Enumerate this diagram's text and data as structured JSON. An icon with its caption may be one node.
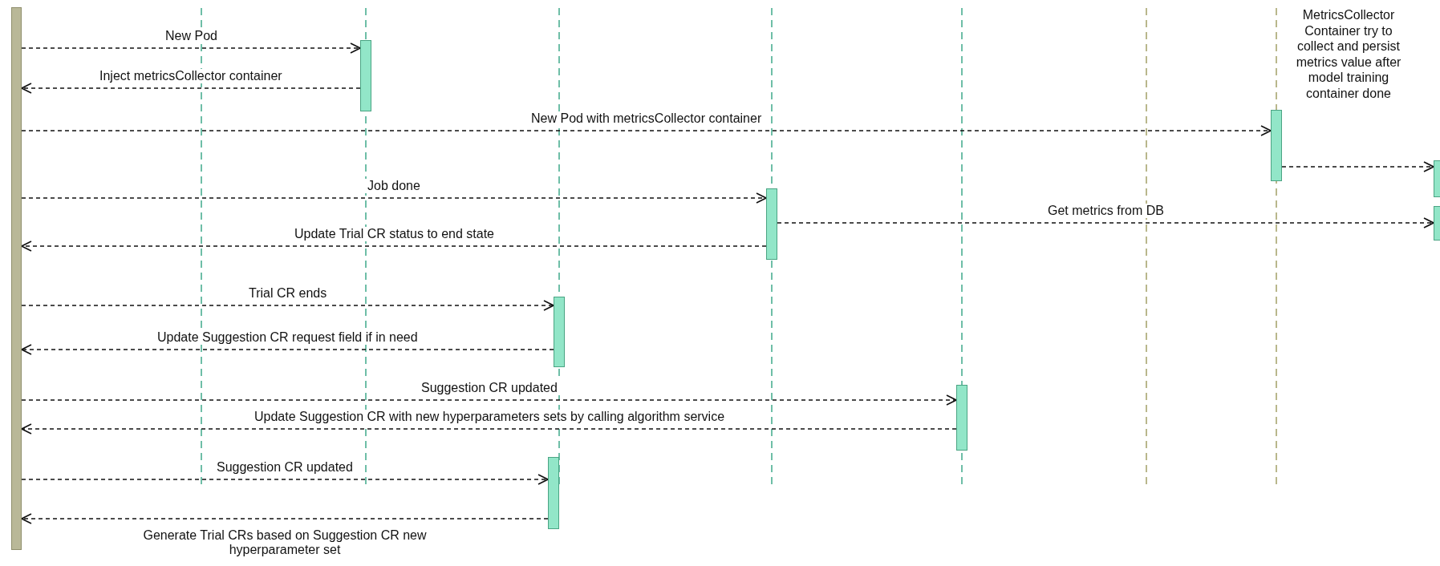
{
  "diagram": {
    "nodes": [
      {
        "text": [],
        "shape": "bar"
      },
      {
        "text": [],
        "shape": "bar"
      },
      {
        "text": [],
        "shape": "bar",
        "beside": [
          "MetricsCollector Container try to collect and persist metrics value after model training container done"
        ]
      },
      {
        "text": [],
        "shape": "bar"
      },
      {
        "text": [],
        "shape": "bar"
      },
      {
        "text": [],
        "shape": "bar"
      },
      {
        "text": [],
        "shape": "bar"
      },
      {
        "text": [],
        "shape": "bar"
      },
      {
        "text": [],
        "shape": "bar"
      }
    ],
    "edges": [
      {
        "from": 0,
        "to": 1,
        "arrow": "to",
        "label": "New Pod",
        "style": "dashed"
      },
      {
        "from": 1,
        "to": 0,
        "arrow": "to",
        "label": "Inject metricsCollector container",
        "style": "dashed"
      },
      {
        "from": 0,
        "to": 2,
        "arrow": "to",
        "label": "New Pod with metricsCollector container",
        "style": "dashed"
      },
      {
        "from": 2,
        "to": 3,
        "arrow": "to",
        "style": "dashed"
      },
      {
        "from": 0,
        "to": 4,
        "arrow": "to",
        "label": "Job done",
        "style": "dashed"
      },
      {
        "from": 4,
        "to": 5,
        "arrow": "to",
        "label": "Get metrics from DB",
        "style": "dashed"
      },
      {
        "from": 4,
        "to": 0,
        "arrow": "to",
        "label": "Update Trial CR status to end state",
        "style": "dashed"
      },
      {
        "from": 0,
        "to": 6,
        "arrow": "to",
        "label": "Trial CR ends",
        "style": "dashed"
      },
      {
        "from": 6,
        "to": 0,
        "arrow": "to",
        "label": "Update Suggestion CR request field if in need",
        "style": "dashed"
      },
      {
        "from": 0,
        "to": 7,
        "arrow": "to",
        "label": "Suggestion CR updated",
        "style": "dashed"
      },
      {
        "from": 7,
        "to": 0,
        "arrow": "to",
        "label": "Update Suggestion CR with new hyperparameters sets by calling algorithm service",
        "style": "dashed"
      },
      {
        "from": 0,
        "to": 8,
        "arrow": "to",
        "label": "Suggestion CR updated",
        "style": "dashed"
      },
      {
        "from": 8,
        "to": 0,
        "arrow": "to",
        "label": "Generate Trial CRs based on Suggestion CR new hyperparameter set",
        "style": "dashed"
      }
    ]
  }
}
